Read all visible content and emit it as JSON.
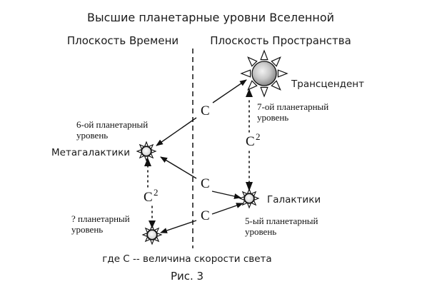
{
  "figure": {
    "title": "Высшие планетарные уровни Вселенной",
    "plane_time": "Плоскость Времени",
    "plane_space": "Плоскость Пространства",
    "transcendent": {
      "name": "Трансцендент",
      "level_line1": "7-ой   планетарный",
      "level_line2": "уровень"
    },
    "metagalaxies": {
      "name": "Метагалактики",
      "level_line1": "6-ой   планетарный",
      "level_line2": "уровень"
    },
    "galaxies": {
      "name": "Галактики",
      "level_line1": "5-ый   планетарный",
      "level_line2": "уровень"
    },
    "unknown": {
      "level_line1": "? планетарный",
      "level_line2": "уровень"
    },
    "c_label": "C",
    "c_squared_base": "C",
    "c_squared_exp": "2",
    "caption": "где С -- величина скорости света",
    "figure_number": "Рис. 3"
  }
}
